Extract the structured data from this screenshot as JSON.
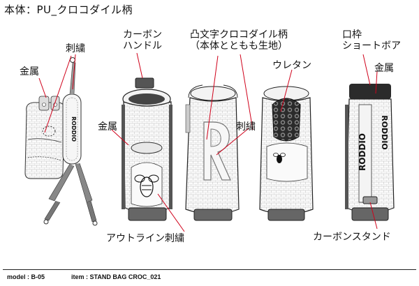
{
  "header": {
    "title": "本体：PU_クロコダイル柄"
  },
  "labels": {
    "embroidery_strap": "刺繍",
    "metal_left": "金属",
    "carbon_handle": "カーボン\nハンドル",
    "emboss_pattern": "凸文字クロコダイル柄\n（本体とともも生地）",
    "urethane": "ウレタン",
    "mouth_frame": "口枠\nショートボア",
    "metal_center": "金属",
    "embroidery_side": "刺繍",
    "metal_right": "金属",
    "outline_embroidery": "アウトライン刺繍",
    "carbon_stand": "カーボンスタンド"
  },
  "brand": {
    "text": "RODDIO"
  },
  "footer": {
    "model": "model : B-05",
    "item": "item : STAND BAG CROC_021"
  }
}
